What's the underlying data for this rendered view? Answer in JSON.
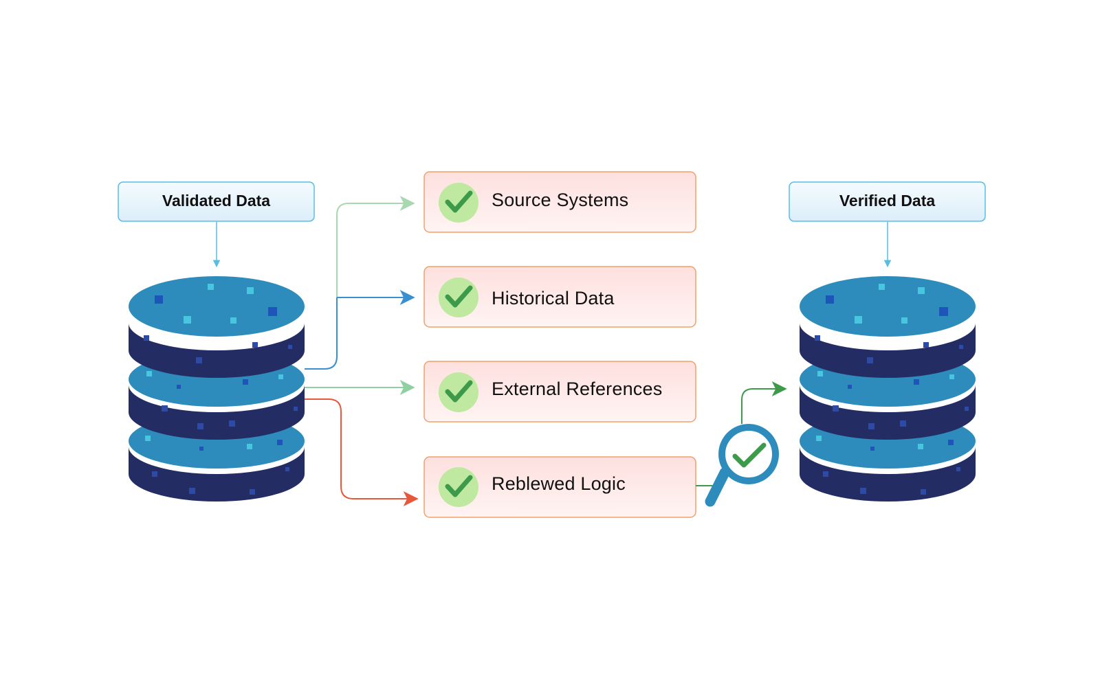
{
  "diagram": {
    "source_label": "Validated Data",
    "target_label": "Verified Data",
    "checks": [
      {
        "label": "Source Systems"
      },
      {
        "label": "Historical Data"
      },
      {
        "label": "External References"
      },
      {
        "label": "Reblewed Logic"
      }
    ],
    "colors": {
      "db_top": "#2e8cbd",
      "db_side": "#232d64",
      "db_light_square": "#49c6df",
      "db_dark_square": "#1e55b8",
      "label_box_border": "#56bde6",
      "label_box_fill": "#e3f2fb",
      "check_box_border": "#f0a06a",
      "check_box_fill": "#fde5e3",
      "check_circle": "#bfe9a0",
      "check_mark": "#3c9a4a",
      "arrow_source_systems": "#a8d8b0",
      "arrow_historical_data": "#3a8fd0",
      "arrow_external_references": "#8fd0a0",
      "arrow_reviewed_logic": "#e8573a",
      "magnifier": "#2e8cbd",
      "magnifier_arrow": "#3c9a4a"
    },
    "icons": [
      "database-icon",
      "check-icon",
      "magnifier-check-icon",
      "arrow-icon"
    ]
  }
}
